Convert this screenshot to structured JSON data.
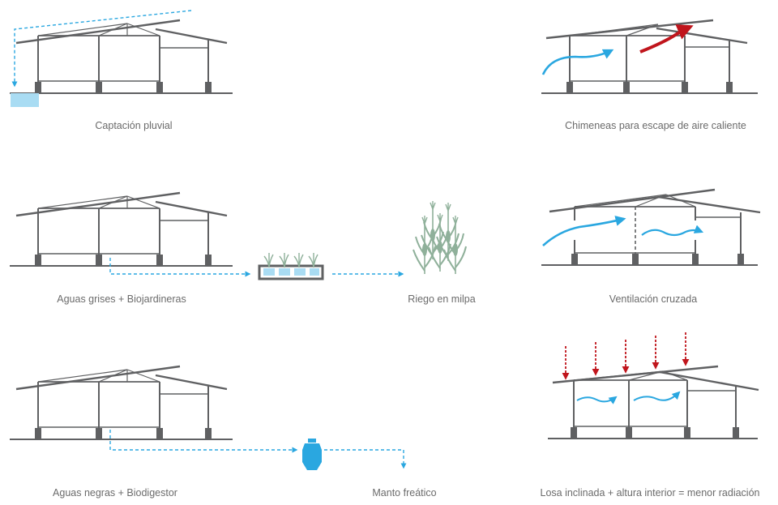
{
  "labels": {
    "rain": "Captación pluvial",
    "chimney": "Chimeneas para escape de aire caliente",
    "grey": "Aguas grises + Biojardineras",
    "irrigation": "Riego en milpa",
    "cross": "Ventilación cruzada",
    "black": "Aguas negras + Biodigestor",
    "water_table": "Manto freático",
    "slab": "Losa inclinada + altura interior = menor radiación"
  },
  "colors": {
    "structure": "#5f6062",
    "water": "#2aa7e0",
    "water_fill": "#a9dcf3",
    "heat": "#c0151c",
    "plants": "#8fb09a",
    "text": "#6b6b6b"
  },
  "icons": {
    "house": "house-section",
    "rain_tank": "rain-collection-tank",
    "planter": "biogarden-planter",
    "corn": "corn-milpa",
    "digester": "biodigester-tank",
    "air": "air-flow-arrow",
    "sun": "solar-radiation-arrow"
  }
}
